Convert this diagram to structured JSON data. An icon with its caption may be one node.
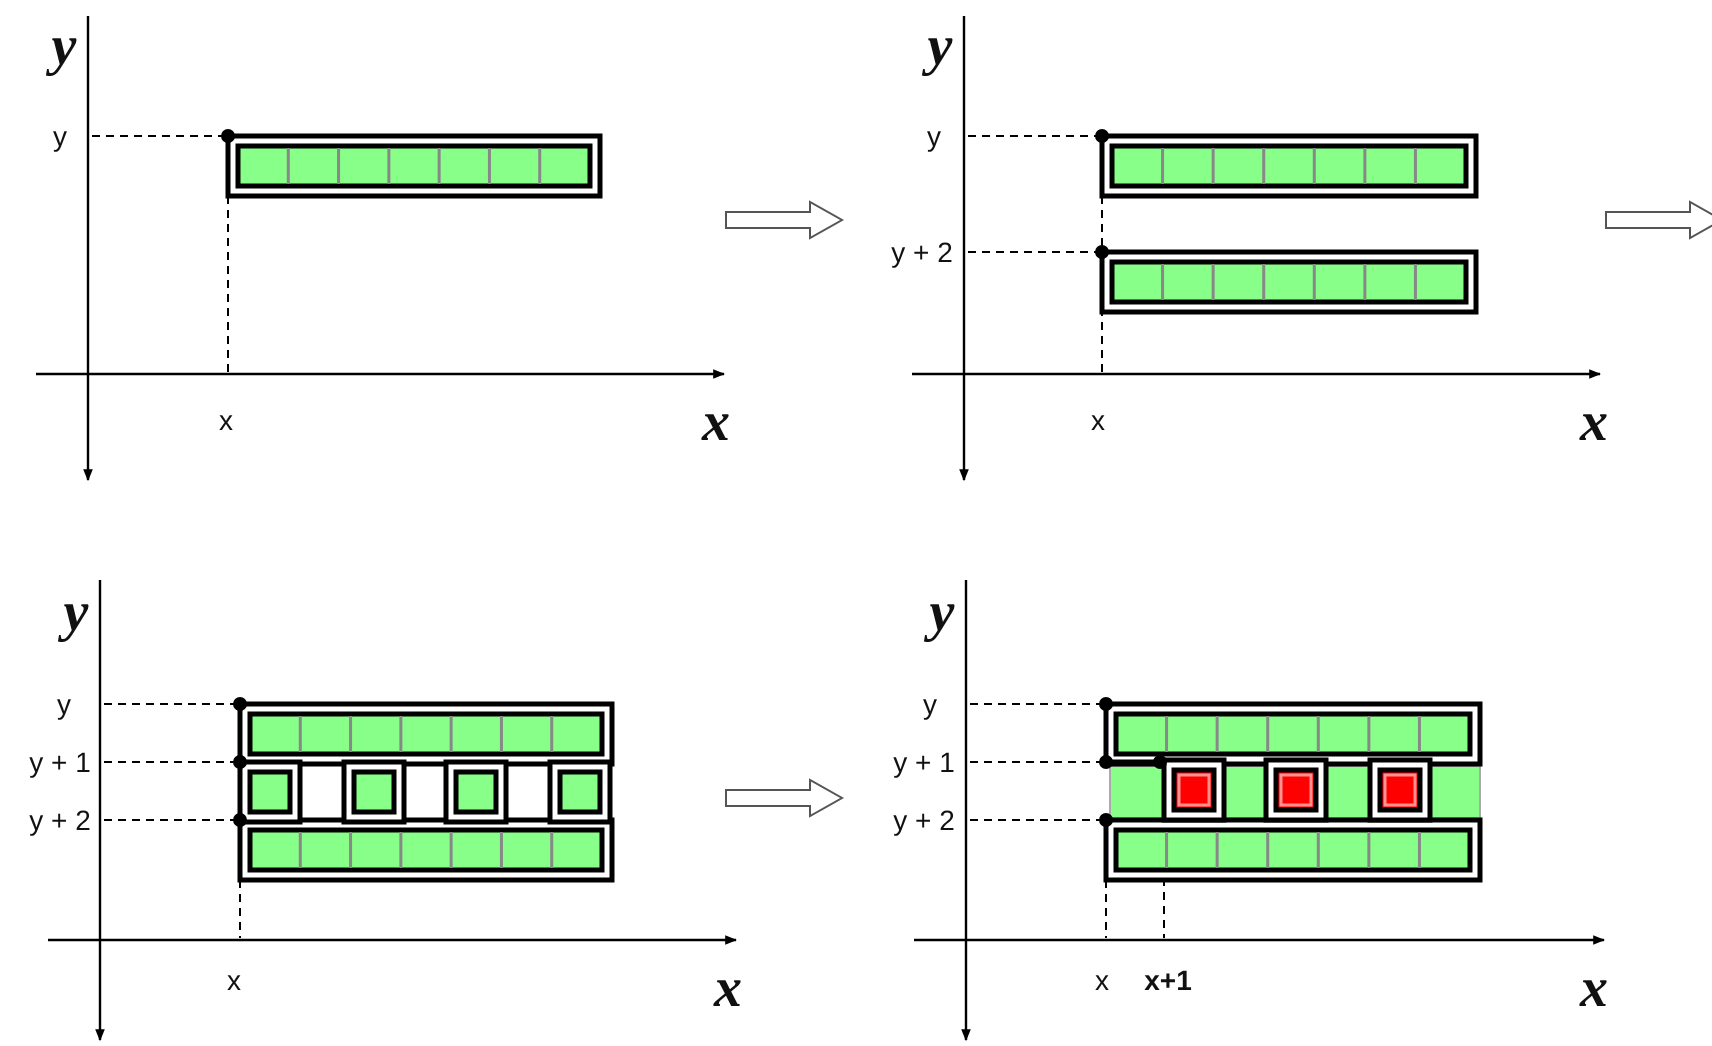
{
  "diagram": {
    "labels": [
      "y",
      "y",
      "x",
      "x",
      "y",
      "y",
      "y + 2",
      "x",
      "x",
      "y",
      "y",
      "y + 1",
      "y + 2",
      "x",
      "x",
      "y",
      "y",
      "y + 1",
      "y + 2",
      "x",
      "x+1",
      "x"
    ]
  }
}
